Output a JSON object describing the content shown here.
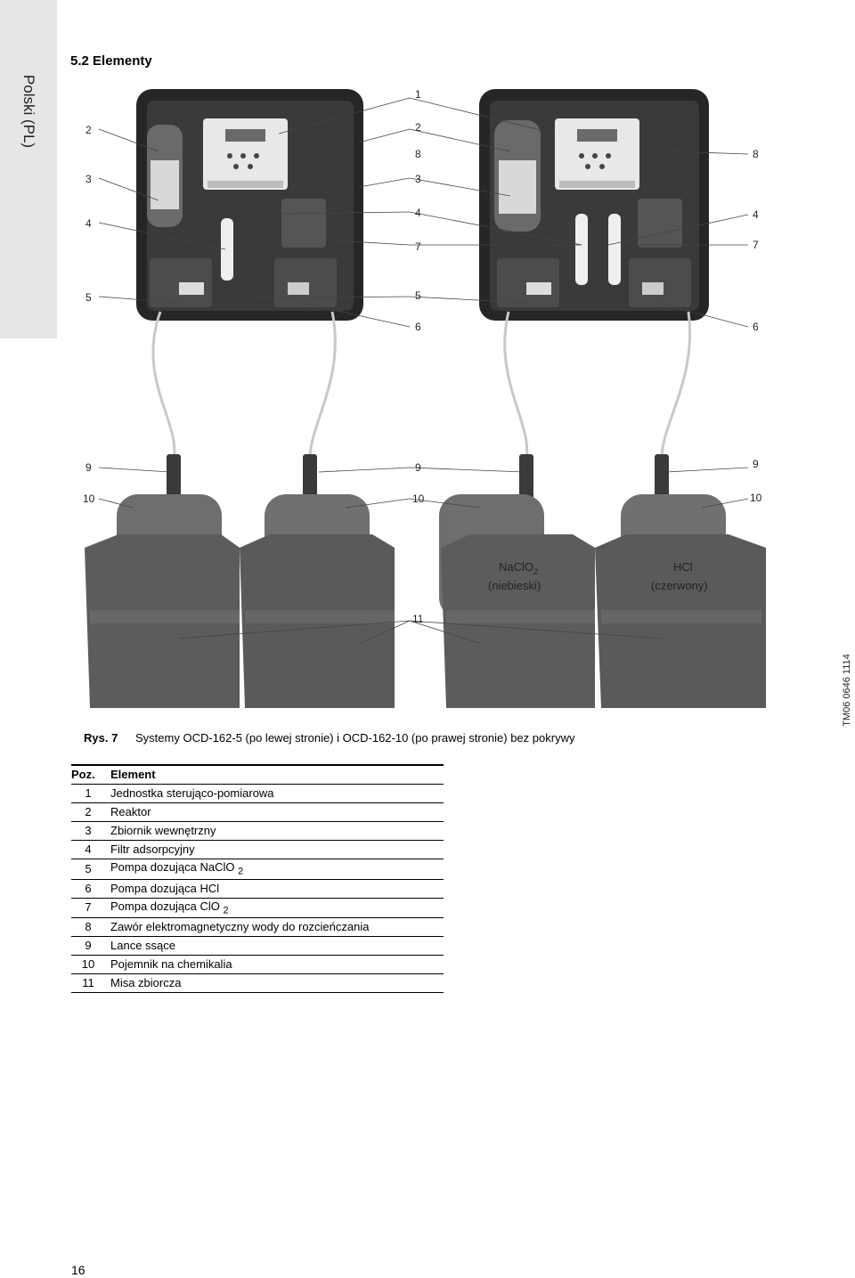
{
  "side_tab": "Polski (PL)",
  "section_title": "5.2 Elementy",
  "figure": {
    "labels": {
      "l2": "2",
      "l3": "3",
      "l4": "4",
      "l5": "5",
      "l9": "9",
      "l10": "10",
      "c1": "1",
      "c2": "2",
      "c8": "8",
      "c3": "3",
      "c4": "4",
      "c7": "7",
      "c5": "5",
      "c6": "6",
      "c9": "9",
      "c10": "10",
      "c11": "11",
      "r8": "8",
      "r4": "4",
      "r7": "7",
      "r6": "6",
      "r9": "9",
      "r10": "10"
    },
    "naclo2_label": "NaClO",
    "naclo2_sub": "2",
    "naclo2_color": "(niebieski)",
    "hcl_label": "HCl",
    "hcl_color": "(czerwony)"
  },
  "tm_code": "TM06 0646 1114",
  "caption": {
    "number": "Rys. 7",
    "text": "Systemy OCD-162-5 (po lewej stronie) i OCD-162-10 (po prawej stronie) bez pokrywy"
  },
  "table": {
    "headers": {
      "pos": "Poz.",
      "element": "Element"
    },
    "rows": [
      {
        "pos": "1",
        "element": "Jednostka sterująco-pomiarowa",
        "sub": ""
      },
      {
        "pos": "2",
        "element": "Reaktor",
        "sub": ""
      },
      {
        "pos": "3",
        "element": "Zbiornik wewnętrzny",
        "sub": ""
      },
      {
        "pos": "4",
        "element": "Filtr adsorpcyjny",
        "sub": ""
      },
      {
        "pos": "5",
        "element": "Pompa dozująca NaClO",
        "sub": "2"
      },
      {
        "pos": "6",
        "element": "Pompa dozująca HCl",
        "sub": ""
      },
      {
        "pos": "7",
        "element": "Pompa dozująca ClO",
        "sub": "2"
      },
      {
        "pos": "8",
        "element": "Zawór elektromagnetyczny wody do rozcieńczania",
        "sub": ""
      },
      {
        "pos": "9",
        "element": "Lance ssące",
        "sub": ""
      },
      {
        "pos": "10",
        "element": "Pojemnik na chemikalia",
        "sub": ""
      },
      {
        "pos": "11",
        "element": "Misa zbiorcza",
        "sub": ""
      }
    ]
  },
  "page_number": "16",
  "colors": {
    "panel": "#2a2a2a",
    "container": "#6e6e6e",
    "tray": "#5c5c5c",
    "background_tab": "#e6e6e6"
  }
}
